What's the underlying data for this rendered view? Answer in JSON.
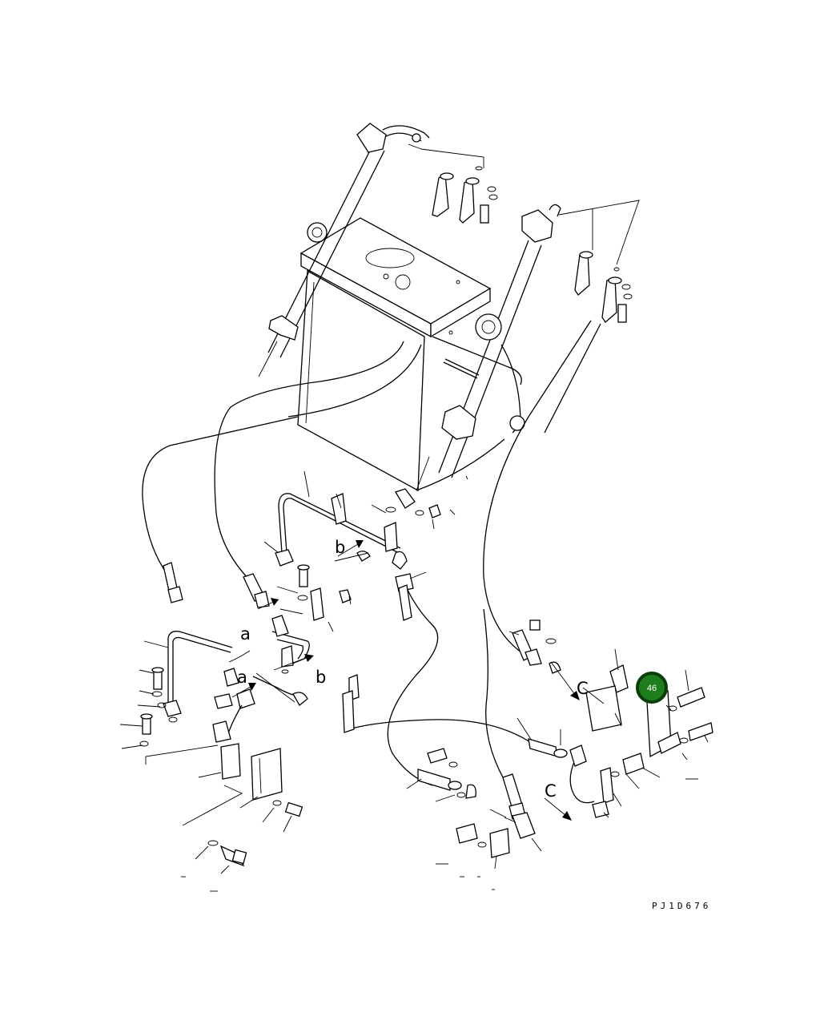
{
  "drawing_code": "PJ1D676",
  "callout": {
    "number": "46",
    "fill_color": "#1e7e1e",
    "ring_color": "#0b3d0b"
  },
  "detail_labels": {
    "a_upper": "a",
    "a_lower": "a",
    "b_upper": "b",
    "b_lower": "b",
    "c_upper": "C",
    "c_lower": "C"
  }
}
